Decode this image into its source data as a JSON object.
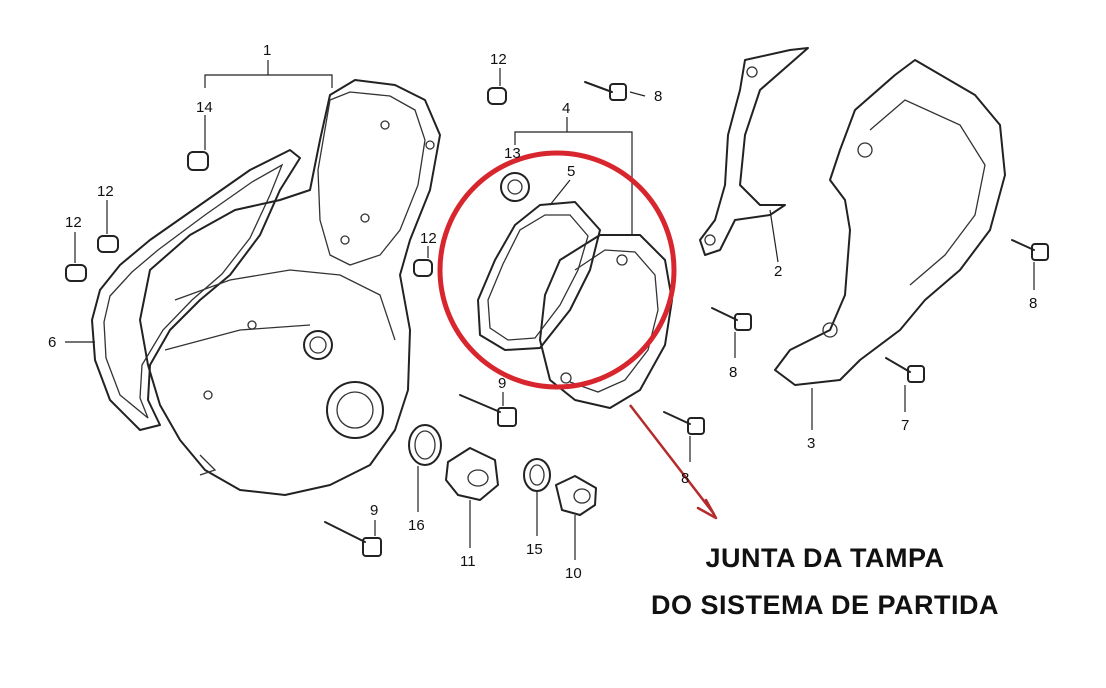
{
  "colors": {
    "highlight": "#d8262e",
    "line": "#222222"
  },
  "labels": [
    {
      "id": "l1",
      "text": "1"
    },
    {
      "id": "l14",
      "text": "14"
    },
    {
      "id": "l12a",
      "text": "12"
    },
    {
      "id": "l12b",
      "text": "12"
    },
    {
      "id": "l12c",
      "text": "12"
    },
    {
      "id": "l12d",
      "text": "12"
    },
    {
      "id": "l6",
      "text": "6"
    },
    {
      "id": "l4",
      "text": "4"
    },
    {
      "id": "l13",
      "text": "13"
    },
    {
      "id": "l5",
      "text": "5"
    },
    {
      "id": "l8a",
      "text": "8"
    },
    {
      "id": "l8b",
      "text": "8"
    },
    {
      "id": "l8c",
      "text": "8"
    },
    {
      "id": "l8d",
      "text": "8"
    },
    {
      "id": "l2",
      "text": "2"
    },
    {
      "id": "l3",
      "text": "3"
    },
    {
      "id": "l7",
      "text": "7"
    },
    {
      "id": "l9a",
      "text": "9"
    },
    {
      "id": "l9b",
      "text": "9"
    },
    {
      "id": "l16",
      "text": "16"
    },
    {
      "id": "l11",
      "text": "11"
    },
    {
      "id": "l15",
      "text": "15"
    },
    {
      "id": "l10",
      "text": "10"
    }
  ],
  "caption": {
    "line1": "JUNTA DA TAMPA",
    "line2": "DO SISTEMA DE PARTIDA"
  }
}
